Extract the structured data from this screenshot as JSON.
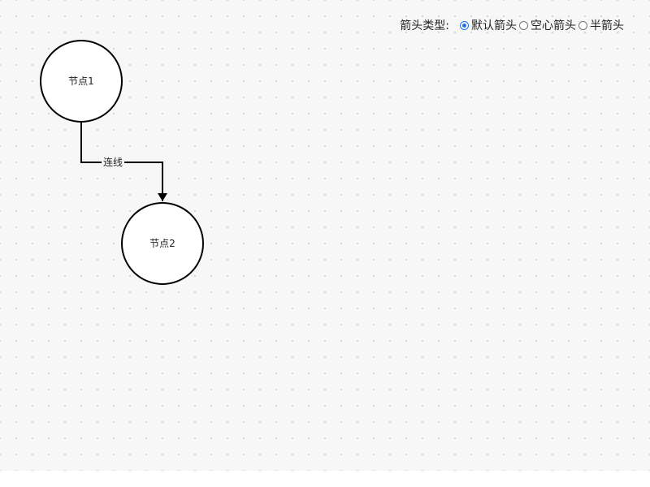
{
  "toolbar": {
    "label": "箭头类型:",
    "options": [
      {
        "label": "默认箭头",
        "checked": true
      },
      {
        "label": "空心箭头",
        "checked": false
      },
      {
        "label": "半箭头",
        "checked": false
      }
    ]
  },
  "graph": {
    "nodes": [
      {
        "label": "节点1"
      },
      {
        "label": "节点2"
      }
    ],
    "edge": {
      "label": "连线"
    }
  }
}
